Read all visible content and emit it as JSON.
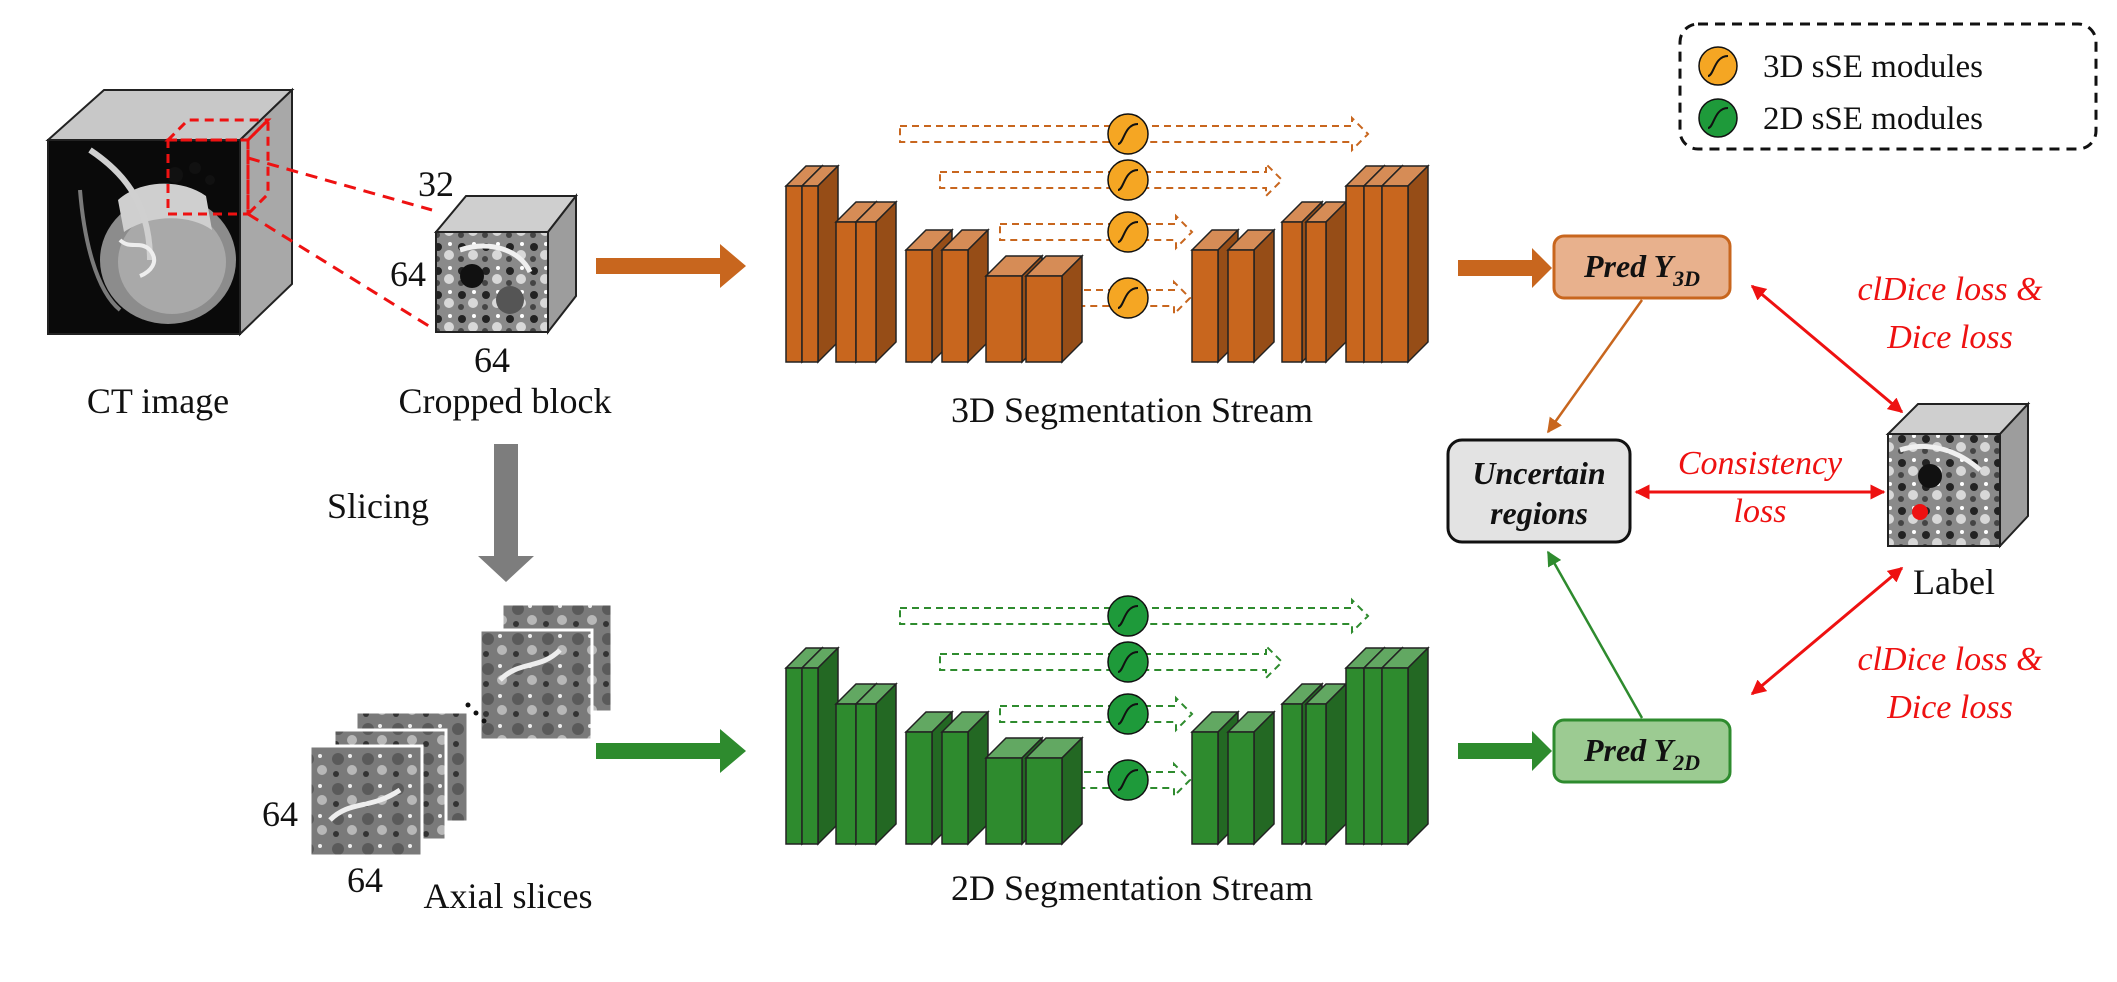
{
  "legend": {
    "items": [
      {
        "label": "3D sSE modules",
        "color": "#f5a623"
      },
      {
        "label": "2D sSE modules",
        "color": "#1e9a3a"
      }
    ]
  },
  "input": {
    "ct_label": "CT image",
    "crop_label": "Cropped block",
    "dim_32": "32",
    "dim_64_side": "64",
    "dim_64_bottom": "64",
    "slicing_label": "Slicing",
    "axial_label": "Axial slices",
    "axial_dim_side": "64",
    "axial_dim_bottom": "64"
  },
  "streams": {
    "stream_3d": {
      "label": "3D Segmentation Stream",
      "color": "#c8661e"
    },
    "stream_2d": {
      "label": "2D Segmentation Stream",
      "color": "#2e8b2e"
    }
  },
  "outputs": {
    "pred_3d": {
      "prefix": "Pred Y",
      "sub": "3D"
    },
    "pred_2d": {
      "prefix": "Pred Y",
      "sub": "2D"
    },
    "uncertain_line1": "Uncertain",
    "uncertain_line2": "regions",
    "label": "Label"
  },
  "losses": {
    "top_line1": "clDice loss &",
    "top_line2": "Dice loss",
    "mid_line1": "Consistency",
    "mid_line2": "loss",
    "bottom_line1": "clDice loss &",
    "bottom_line2": "Dice loss",
    "color": "#ee1111"
  }
}
